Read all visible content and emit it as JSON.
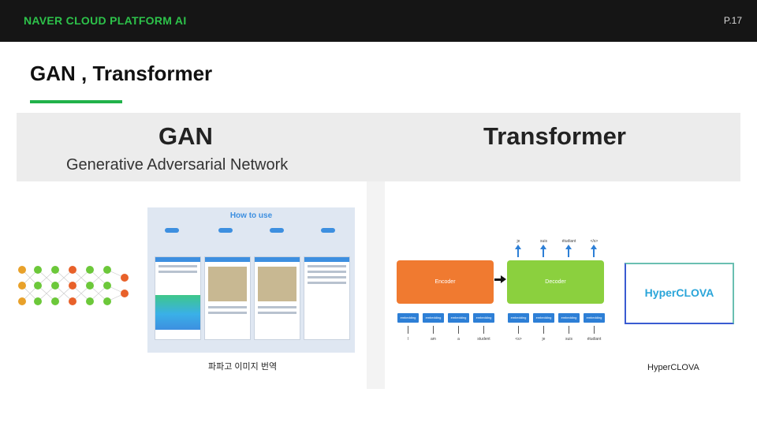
{
  "header": {
    "brand": "NAVER CLOUD PLATFORM AI",
    "page_number": "P.17"
  },
  "slide": {
    "title": "GAN , Transformer"
  },
  "figure": {
    "gan_title": "GAN",
    "gan_subtitle": "Generative Adversarial Network",
    "transformer_title": "Transformer",
    "how_to_use": "How to use",
    "papago_caption": "파파고 이미지 번역",
    "encoder_label": "Encoder",
    "decoder_label": "Decoder",
    "hyperclova_logo": "HyperCLOVA",
    "hyperclova_caption": "HyperCLOVA",
    "embedding_label": "embedding",
    "encoder_tokens": [
      "I",
      "am",
      "a",
      "student"
    ],
    "decoder_tokens": [
      "<s>",
      "je",
      "suis",
      "étudiant"
    ],
    "output_tokens": [
      "je",
      "suis",
      "étudiant",
      "</s>"
    ],
    "colors": {
      "accent_green": "#21b24a",
      "encoder": "#f07a30",
      "decoder": "#8bd03e",
      "embedding": "#2d7fd6"
    }
  }
}
